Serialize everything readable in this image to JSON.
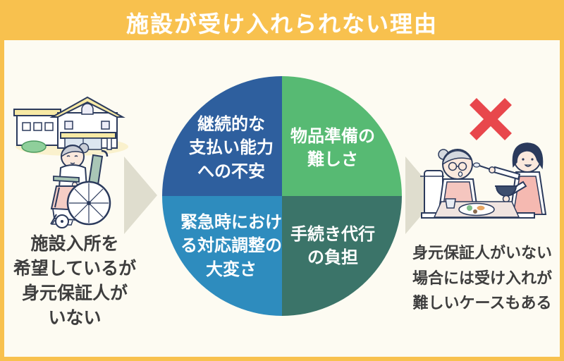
{
  "header": {
    "title": "施設が受け入れられない理由"
  },
  "left_panel": {
    "illustration": "elderly-woman-in-wheelchair-in-front-of-care-facility",
    "caption": "施設入所を\n希望しているが\n身元保証人が\nいない"
  },
  "reasons_circle": {
    "quadrants": [
      {
        "position": "top-left",
        "label": "継続的な\n支払い能力\nへの不安",
        "color": "#2E5F9E"
      },
      {
        "position": "top-right",
        "label": "物品準備の\n難しさ",
        "color": "#57BA73"
      },
      {
        "position": "bottom-left",
        "label": "緊急時におけ\nる対応調整の\n大変さ",
        "color": "#2E8CBE"
      },
      {
        "position": "bottom-right",
        "label": "手続き代行\nの負担",
        "color": "#3B7469"
      }
    ]
  },
  "right_panel": {
    "cross_icon": "x-mark",
    "illustration": "caregiver-feeding-elderly-woman-at-table",
    "caption": "身元保証人がいない\n場合には受け入れが\n難しいケースもある"
  },
  "colors": {
    "frame_border": "#F8C14E",
    "header_bg": "#F8C14E",
    "background": "#FDFBF2",
    "arrow": "#DFDDCE",
    "cross": "#E8474C",
    "caption_text": "#3E3E3E",
    "quadrant_text": "#FFFFFF"
  }
}
